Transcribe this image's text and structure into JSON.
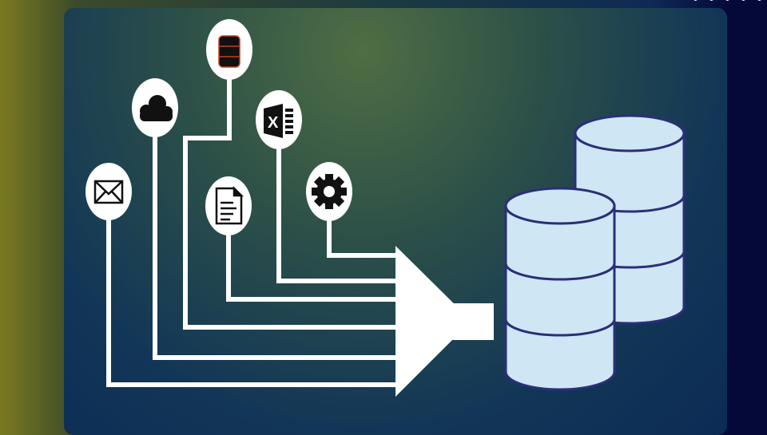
{
  "diagram": {
    "title_hidden": null,
    "sources": [
      {
        "name": "email",
        "icon": "envelope-icon"
      },
      {
        "name": "cloud",
        "icon": "cloud-icon"
      },
      {
        "name": "database",
        "icon": "database-icon"
      },
      {
        "name": "spreadsheet",
        "icon": "excel-icon",
        "logo_text": "X"
      },
      {
        "name": "document",
        "icon": "document-icon"
      },
      {
        "name": "settings",
        "icon": "gear-icon"
      }
    ],
    "target": {
      "name": "data-warehouse",
      "icon": "stacked-database-icon"
    },
    "colors": {
      "line": "#ffffff",
      "cylinder_fill": "#cfe6f5",
      "cylinder_stroke": "#2b2f78",
      "db_icon_accent": "#c0401f"
    }
  }
}
